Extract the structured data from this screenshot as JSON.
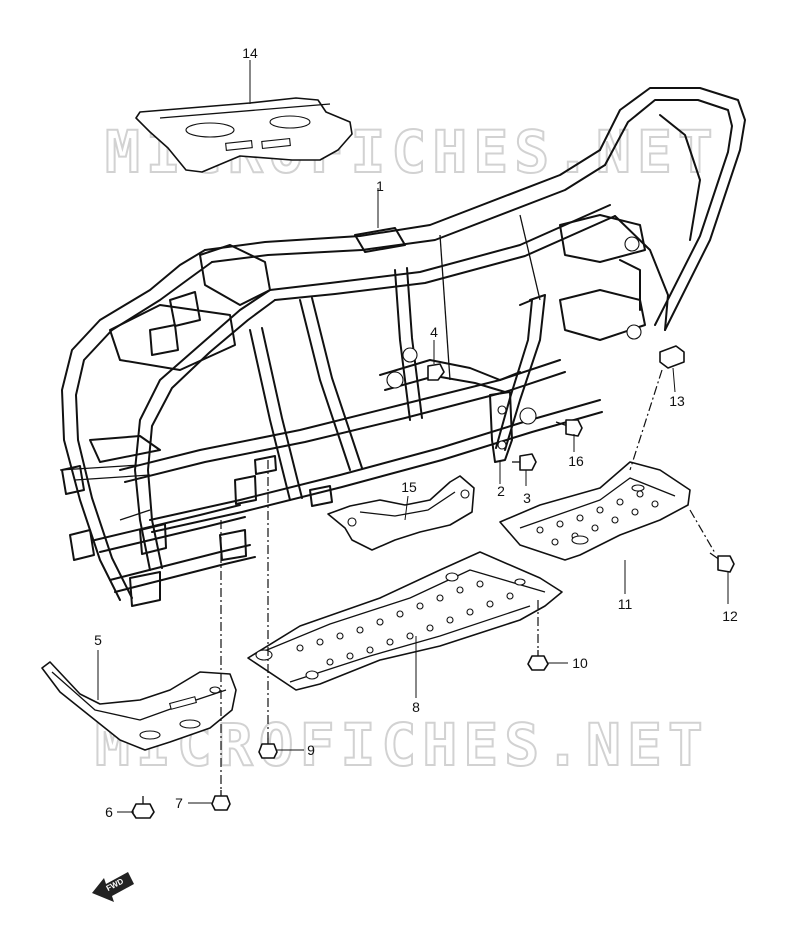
{
  "watermarks": [
    "MICROFICHES.NET",
    "MICROFICHES.NET"
  ],
  "fwd_label": "FWD",
  "parts": [
    {
      "id": "1",
      "label": "1"
    },
    {
      "id": "2",
      "label": "2"
    },
    {
      "id": "3",
      "label": "3"
    },
    {
      "id": "4",
      "label": "4"
    },
    {
      "id": "5",
      "label": "5"
    },
    {
      "id": "6",
      "label": "6"
    },
    {
      "id": "7",
      "label": "7"
    },
    {
      "id": "8",
      "label": "8"
    },
    {
      "id": "9",
      "label": "9"
    },
    {
      "id": "10",
      "label": "10"
    },
    {
      "id": "11",
      "label": "11"
    },
    {
      "id": "12",
      "label": "12"
    },
    {
      "id": "13",
      "label": "13"
    },
    {
      "id": "14",
      "label": "14"
    },
    {
      "id": "15",
      "label": "15"
    },
    {
      "id": "16",
      "label": "16"
    }
  ]
}
